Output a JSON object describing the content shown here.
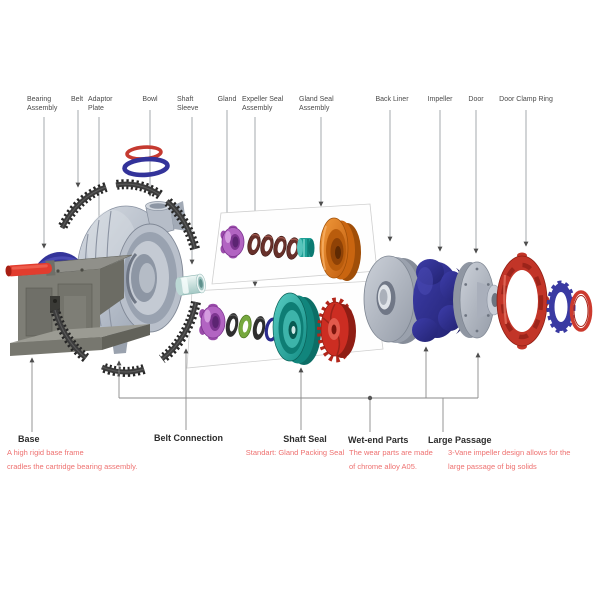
{
  "diagram": {
    "kind": "slurry-pump-exploded-view",
    "top_labels": [
      {
        "id": "bearing-assembly",
        "text": "Bearing Assembly"
      },
      {
        "id": "belt",
        "text": "Belt"
      },
      {
        "id": "adaptor-plate",
        "text": "Adaptor Plate"
      },
      {
        "id": "bowl",
        "text": "Bowl"
      },
      {
        "id": "shaft-sleeve",
        "text": "Shaft Sleeve"
      },
      {
        "id": "gland",
        "text": "Gland"
      },
      {
        "id": "expeller-seal-assembly",
        "text": "Expeller Seal Assembly"
      },
      {
        "id": "gland-seal-assembly",
        "text": "Gland Seal Assembly"
      },
      {
        "id": "back-liner",
        "text": "Back Liner"
      },
      {
        "id": "impeller",
        "text": "Impeller"
      },
      {
        "id": "door",
        "text": "Door"
      },
      {
        "id": "door-clamp-ring",
        "text": "Door Clamp Ring"
      }
    ],
    "callouts": [
      {
        "title": "Base",
        "lines": [
          "A high rigid base frame",
          "cradles the cartridge bearing assembly."
        ]
      },
      {
        "title": "Belt Connection",
        "lines": []
      },
      {
        "title": "Shaft Seal",
        "lines": [
          "Standart: Gland Packing Seal"
        ]
      },
      {
        "title": "Wet-end Parts",
        "lines": [
          "The wear parts are made",
          "of chrome alloy A05."
        ]
      },
      {
        "title": "Large Passage",
        "lines": [
          "3-Vane impeller design allows for the",
          "large passage of big solids"
        ]
      }
    ],
    "colors": {
      "label_text": "#4b4b4b",
      "callout_title": "#2c2c2c",
      "callout_description": "#ee7170",
      "leader_line": "#9aa0a4",
      "belt_black": "#262626",
      "bowl_grey": "#b9c0cb",
      "adaptor_plate_blue": "#34349a",
      "base_frame_grey": "#7e7e76",
      "handle_red": "#e23c2e",
      "shaft_sleeve_teal": "#cfe6e4",
      "gland_purple": "#b264c2",
      "oring_maroon": "#67302a",
      "gland_seal_orange": "#e8791c",
      "seal_teal": "#1ea096",
      "oring_green": "#76a83e",
      "oring_navy": "#2c2c8e",
      "expeller_red": "#cc2d22",
      "back_liner_grey": "#b0b6c0",
      "impeller_navy": "#30309a",
      "door_grey": "#b4bac4",
      "clamp_ring_red": "#c23528"
    }
  }
}
